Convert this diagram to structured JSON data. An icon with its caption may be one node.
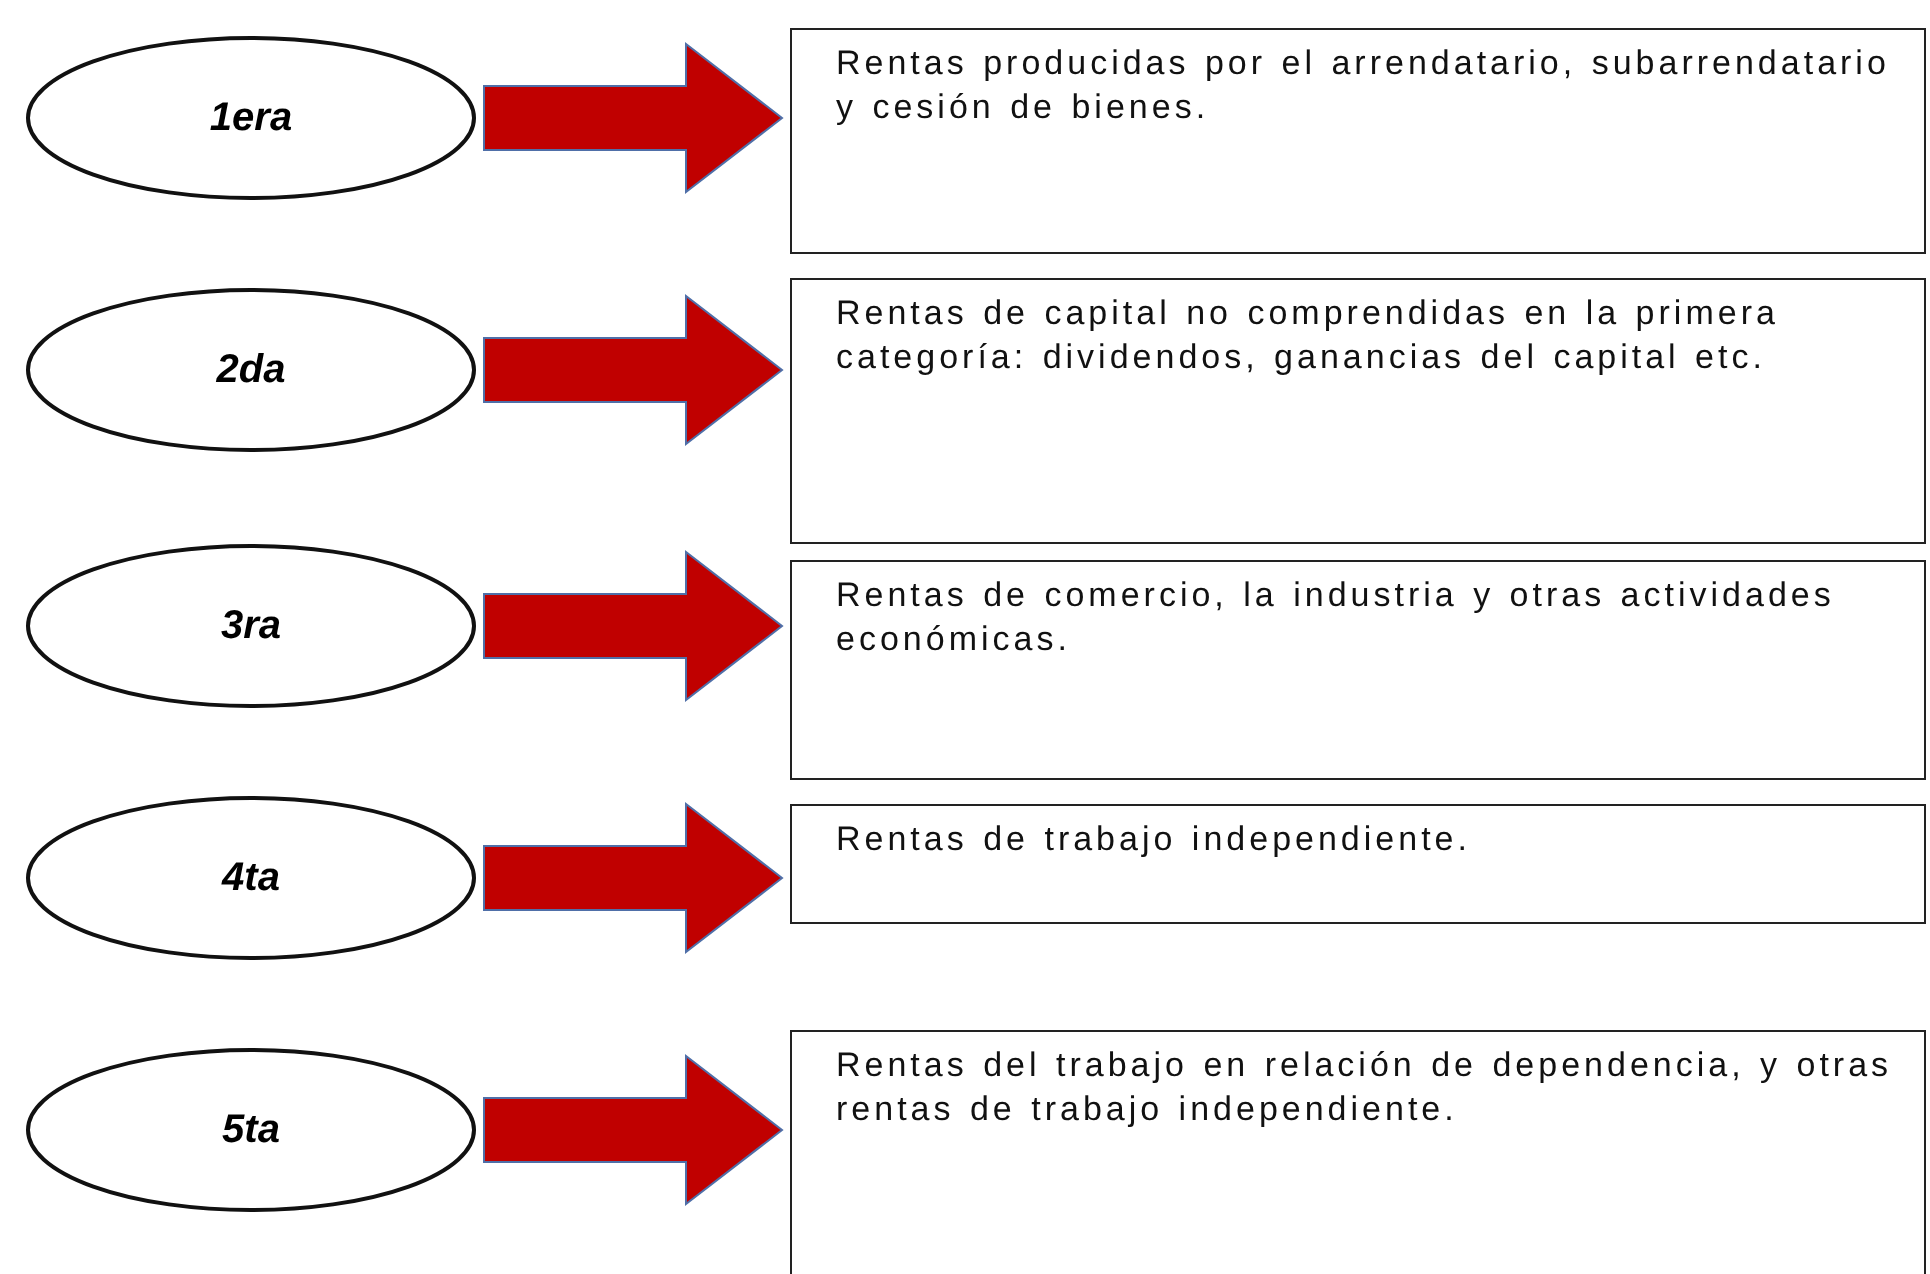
{
  "diagram": {
    "nodes": [
      {
        "text": [
          "1era"
        ]
      },
      {
        "text": [
          "2da"
        ]
      },
      {
        "text": [
          "3ra"
        ]
      },
      {
        "text": [
          "4ta"
        ]
      },
      {
        "text": [
          "5ta"
        ]
      },
      {
        "text": [
          "Rentas producidas por el arrendatario, subarrendatario y cesión de bienes."
        ]
      },
      {
        "text": [
          "Rentas de capital no comprendidas en la primera categoría: dividendos, ganancias del capital etc."
        ]
      },
      {
        "text": [
          "Rentas de comercio, la industria y otras actividades económicas."
        ]
      },
      {
        "text": [
          "Rentas de trabajo independiente."
        ]
      },
      {
        "text": [
          "Rentas del trabajo en relación de dependencia, y otras rentas de trabajo independiente."
        ]
      }
    ],
    "edges": [
      {
        "from": 0,
        "to": 5,
        "arrow": "to"
      },
      {
        "from": 1,
        "to": 6,
        "arrow": "to"
      },
      {
        "from": 2,
        "to": 7,
        "arrow": "to"
      },
      {
        "from": 3,
        "to": 8,
        "arrow": "to"
      },
      {
        "from": 4,
        "to": 9,
        "arrow": "to"
      }
    ]
  }
}
